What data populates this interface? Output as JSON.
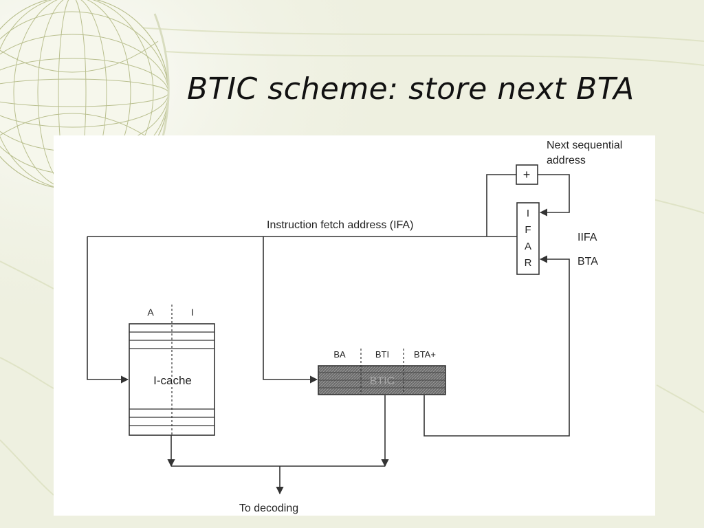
{
  "slide": {
    "title": "BTIC scheme: store next BTA"
  },
  "diagram": {
    "labels": {
      "next_sequential_line1": "Next sequential",
      "next_sequential_line2": "address",
      "adder_symbol": "+",
      "ifa": "Instruction fetch address (IFA)",
      "iifa": "IIFA",
      "bta": "BTA",
      "ifar_letters": [
        "I",
        "F",
        "A",
        "R"
      ],
      "icache_col_a": "A",
      "icache_col_i": "I",
      "icache": "I-cache",
      "btic_col_ba": "BA",
      "btic_col_bti": "BTI",
      "btic_col_bta_plus": "BTA+",
      "btic": "BTIC",
      "to_decoding": "To decoding"
    }
  },
  "colors": {
    "line": "#333333",
    "btic_fill": "#6b6b6b",
    "background": "#eef0e0"
  }
}
